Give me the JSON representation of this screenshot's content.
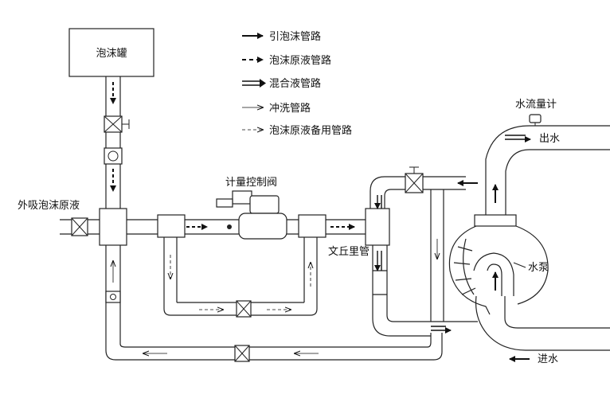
{
  "diagram": {
    "tank_label": "泡沫罐",
    "external_suction_label": "外吸泡沫原液",
    "metering_valve_label": "计量控制阀",
    "venturi_label": "文丘里管",
    "pump_label": "水泵",
    "flowmeter_label": "水流量计",
    "outlet_label": "出水",
    "inlet_label": "进水"
  },
  "legend": {
    "items": [
      {
        "label": "引泡沫管路",
        "style": "solid-arrow"
      },
      {
        "label": "泡沫原液管路",
        "style": "dashed-arrow"
      },
      {
        "label": "混合液管路",
        "style": "double-arrow"
      },
      {
        "label": "冲洗管路",
        "style": "thin-arrow"
      },
      {
        "label": "泡沫原液备用管路",
        "style": "thin-dashed-arrow"
      }
    ]
  },
  "colors": {
    "line": "#222222",
    "background": "#ffffff"
  }
}
